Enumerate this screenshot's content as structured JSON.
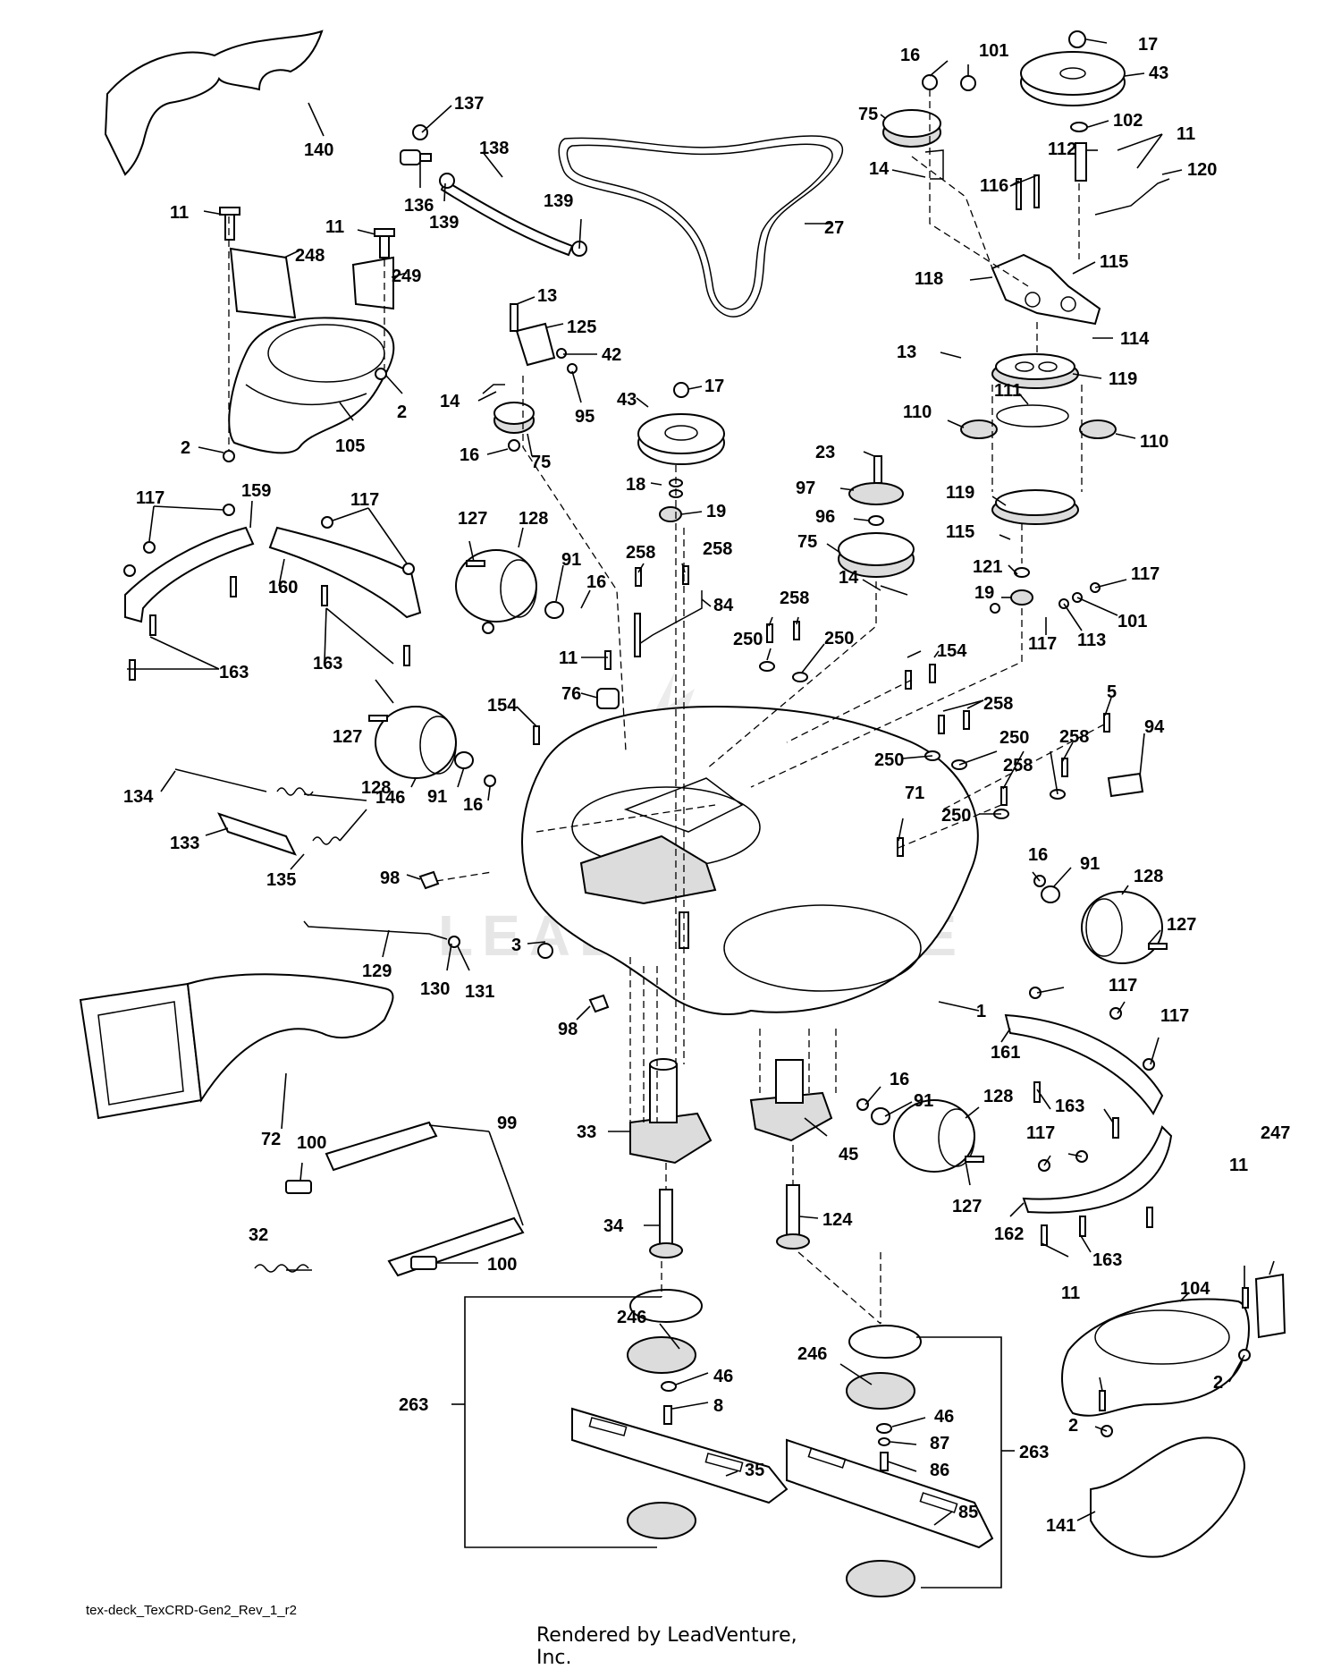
{
  "watermark": "LEADVENTURE",
  "footer": {
    "diagram_code": "tex-deck_TexCRD-Gen2_Rev_1_r2",
    "credit": "Rendered by LeadVenture, Inc."
  },
  "callouts": [
    {
      "label": "140"
    },
    {
      "label": "137"
    },
    {
      "label": "136"
    },
    {
      "label": "139"
    },
    {
      "label": "138"
    },
    {
      "label": "139"
    },
    {
      "label": "27"
    },
    {
      "label": "11"
    },
    {
      "label": "248"
    },
    {
      "label": "11"
    },
    {
      "label": "249"
    },
    {
      "label": "105"
    },
    {
      "label": "2"
    },
    {
      "label": "2"
    },
    {
      "label": "13"
    },
    {
      "label": "125"
    },
    {
      "label": "42"
    },
    {
      "label": "95"
    },
    {
      "label": "14"
    },
    {
      "label": "16"
    },
    {
      "label": "75"
    },
    {
      "label": "43"
    },
    {
      "label": "17"
    },
    {
      "label": "18"
    },
    {
      "label": "19"
    },
    {
      "label": "16"
    },
    {
      "label": "101"
    },
    {
      "label": "17"
    },
    {
      "label": "43"
    },
    {
      "label": "75"
    },
    {
      "label": "102"
    },
    {
      "label": "11"
    },
    {
      "label": "112"
    },
    {
      "label": "14"
    },
    {
      "label": "116"
    },
    {
      "label": "120"
    },
    {
      "label": "115"
    },
    {
      "label": "118"
    },
    {
      "label": "13"
    },
    {
      "label": "114"
    },
    {
      "label": "119"
    },
    {
      "label": "111"
    },
    {
      "label": "110"
    },
    {
      "label": "110"
    },
    {
      "label": "23"
    },
    {
      "label": "97"
    },
    {
      "label": "96"
    },
    {
      "label": "75"
    },
    {
      "label": "119"
    },
    {
      "label": "115"
    },
    {
      "label": "121"
    },
    {
      "label": "19"
    },
    {
      "label": "117"
    },
    {
      "label": "101"
    },
    {
      "label": "117"
    },
    {
      "label": "113"
    },
    {
      "label": "14"
    },
    {
      "label": "117"
    },
    {
      "label": "159"
    },
    {
      "label": "117"
    },
    {
      "label": "160"
    },
    {
      "label": "163"
    },
    {
      "label": "163"
    },
    {
      "label": "127"
    },
    {
      "label": "128"
    },
    {
      "label": "91"
    },
    {
      "label": "16"
    },
    {
      "label": "258"
    },
    {
      "label": "258"
    },
    {
      "label": "84"
    },
    {
      "label": "258"
    },
    {
      "label": "250"
    },
    {
      "label": "250"
    },
    {
      "label": "11"
    },
    {
      "label": "76"
    },
    {
      "label": "154"
    },
    {
      "label": "154"
    },
    {
      "label": "258"
    },
    {
      "label": "5"
    },
    {
      "label": "94"
    },
    {
      "label": "250"
    },
    {
      "label": "250"
    },
    {
      "label": "258"
    },
    {
      "label": "258"
    },
    {
      "label": "250"
    },
    {
      "label": "71"
    },
    {
      "label": "127"
    },
    {
      "label": "128"
    },
    {
      "label": "91"
    },
    {
      "label": "16"
    },
    {
      "label": "134"
    },
    {
      "label": "146"
    },
    {
      "label": "133"
    },
    {
      "label": "135"
    },
    {
      "label": "98"
    },
    {
      "label": "16"
    },
    {
      "label": "91"
    },
    {
      "label": "128"
    },
    {
      "label": "127"
    },
    {
      "label": "3"
    },
    {
      "label": "129"
    },
    {
      "label": "130"
    },
    {
      "label": "131"
    },
    {
      "label": "98"
    },
    {
      "label": "1"
    },
    {
      "label": "117"
    },
    {
      "label": "117"
    },
    {
      "label": "161"
    },
    {
      "label": "72"
    },
    {
      "label": "100"
    },
    {
      "label": "99"
    },
    {
      "label": "33"
    },
    {
      "label": "45"
    },
    {
      "label": "16"
    },
    {
      "label": "91"
    },
    {
      "label": "128"
    },
    {
      "label": "163"
    },
    {
      "label": "117"
    },
    {
      "label": "247"
    },
    {
      "label": "127"
    },
    {
      "label": "34"
    },
    {
      "label": "124"
    },
    {
      "label": "162"
    },
    {
      "label": "163"
    },
    {
      "label": "11"
    },
    {
      "label": "32"
    },
    {
      "label": "100"
    },
    {
      "label": "104"
    },
    {
      "label": "246"
    },
    {
      "label": "246"
    },
    {
      "label": "11"
    },
    {
      "label": "46"
    },
    {
      "label": "46"
    },
    {
      "label": "2"
    },
    {
      "label": "2"
    },
    {
      "label": "263"
    },
    {
      "label": "8"
    },
    {
      "label": "87"
    },
    {
      "label": "86"
    },
    {
      "label": "263"
    },
    {
      "label": "35"
    },
    {
      "label": "85"
    },
    {
      "label": "141"
    }
  ]
}
